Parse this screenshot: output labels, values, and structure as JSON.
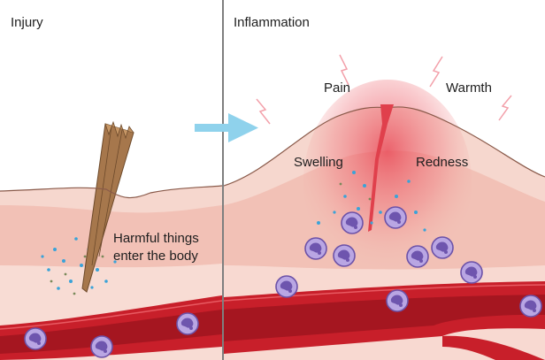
{
  "panels": {
    "left": {
      "title": "Injury",
      "caption_line1": "Harmful things",
      "caption_line2": "enter the body"
    },
    "right": {
      "title": "Inflammation",
      "signs": {
        "pain": "Pain",
        "warmth": "Warmth",
        "swelling": "Swelling",
        "redness": "Redness"
      }
    }
  },
  "colors": {
    "skin_surface": "#f6d7ce",
    "dermis": "#f4c3b8",
    "deep_tissue": "#f9dcd4",
    "blood_vessel": "#c81f2a",
    "vessel_lumen": "#a51620",
    "inflamed": "#e8505b",
    "immune_cell": "#8a6fc0",
    "particle_blue": "#3aa3d8",
    "arrow": "#8fd2ec",
    "splinter": "#9a6a42"
  },
  "icons": {
    "transition_arrow": "arrow-right-icon",
    "pain_marks": "lightning-icon"
  }
}
